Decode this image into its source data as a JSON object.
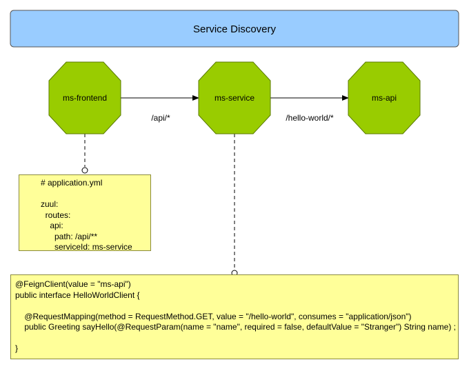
{
  "header": {
    "title": "Service Discovery"
  },
  "nodes": [
    {
      "id": "frontend",
      "label": "ms-frontend"
    },
    {
      "id": "service",
      "label": "ms-service"
    },
    {
      "id": "api",
      "label": "ms-api"
    }
  ],
  "edges": [
    {
      "from": "frontend",
      "to": "service",
      "label": "/api/*"
    },
    {
      "from": "service",
      "to": "api",
      "label": "/hello-world/*"
    }
  ],
  "notes": {
    "yml": {
      "lines": [
        "# application.yml",
        "",
        "zuul:",
        "  routes:",
        "    api:",
        "      path: /api/**",
        "      serviceId: ms-service"
      ]
    },
    "feign": {
      "lines": [
        "@FeignClient(value = \"ms-api\")",
        "public interface HelloWorldClient {",
        "",
        "    @RequestMapping(method = RequestMethod.GET, value = \"/hello-world\", consumes = \"application/json\")",
        "    public Greeting sayHello(@RequestParam(name = \"name\", required = false, defaultValue = \"Stranger\") String name) ;",
        "",
        "}"
      ]
    }
  },
  "colors": {
    "header_fill": "#99ccff",
    "node_fill": "#99cc00",
    "node_stroke": "#5a7a00",
    "note_fill": "#ffff99"
  }
}
